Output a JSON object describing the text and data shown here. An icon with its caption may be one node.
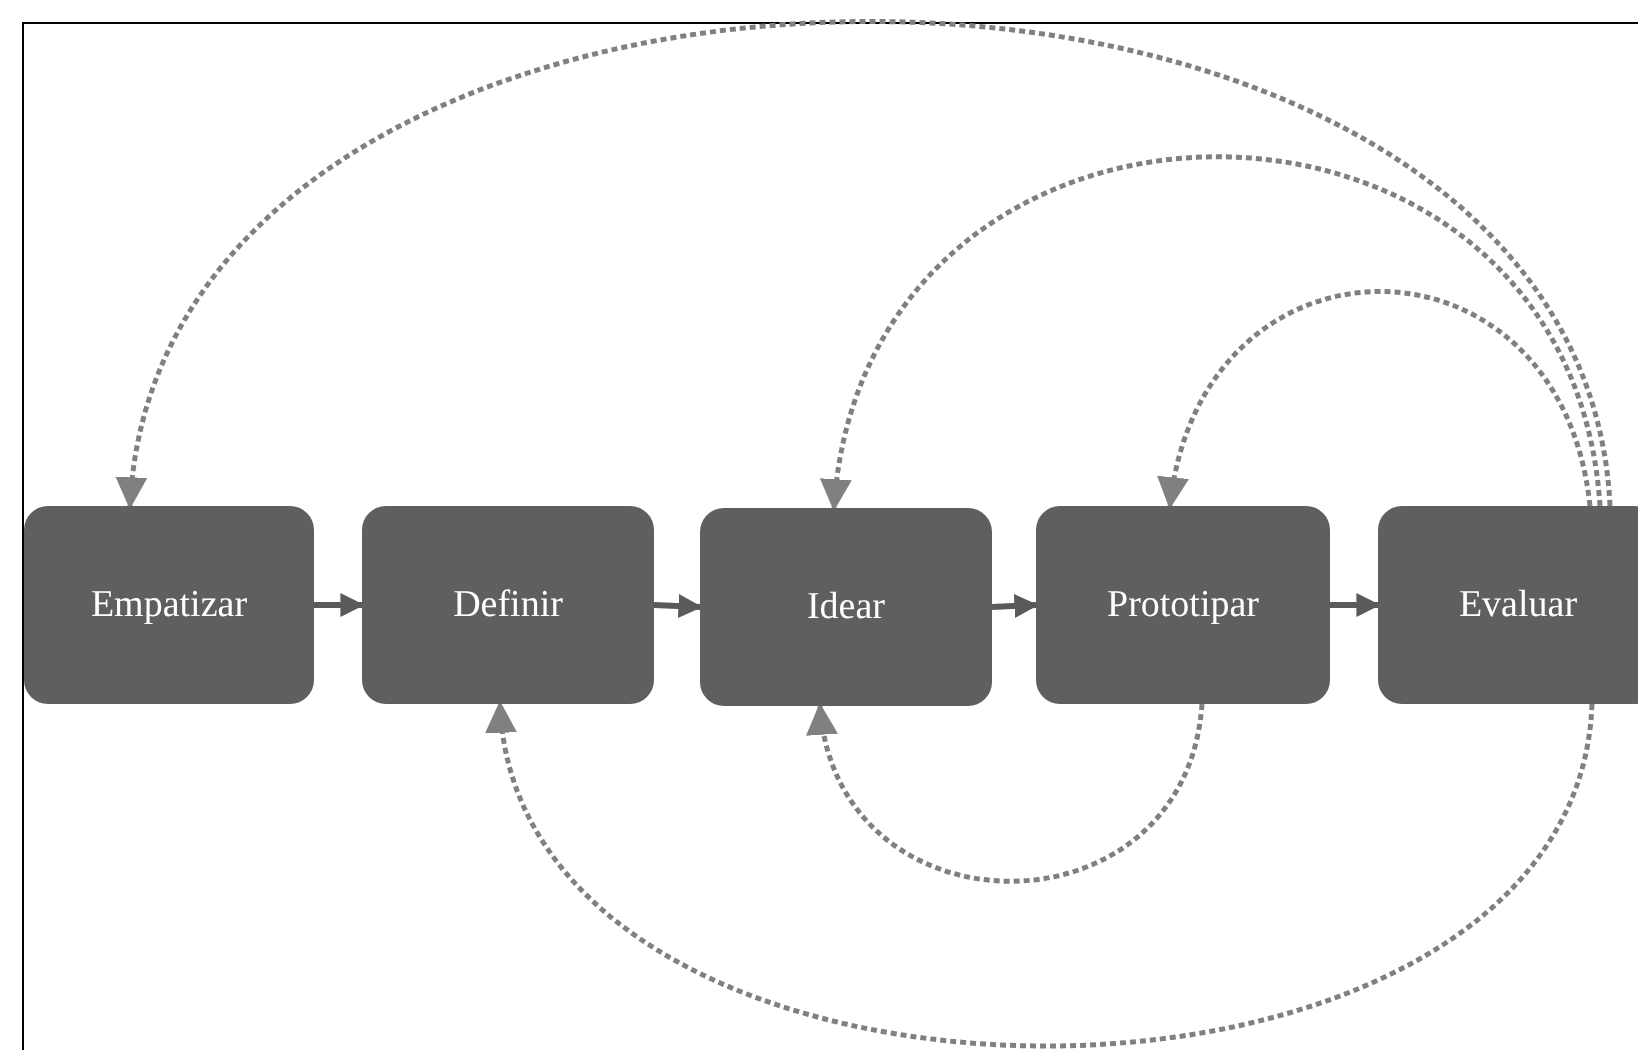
{
  "diagram": {
    "nodes": [
      {
        "text": [
          "Empatizar"
        ]
      },
      {
        "text": [
          "Definir"
        ]
      },
      {
        "text": [
          "Idear"
        ]
      },
      {
        "text": [
          "Prototipar"
        ]
      },
      {
        "text": [
          "Evaluar"
        ]
      }
    ],
    "edges": [
      {
        "from": 0,
        "to": 1,
        "arrow": "to"
      },
      {
        "from": 1,
        "to": 2,
        "arrow": "to"
      },
      {
        "from": 2,
        "to": 3,
        "arrow": "to"
      },
      {
        "from": 3,
        "to": 4,
        "arrow": "to"
      },
      {
        "from": 4,
        "to": 0,
        "arrow": "to",
        "style": "dashed",
        "color": "#808080"
      },
      {
        "from": 4,
        "to": 2,
        "arrow": "to",
        "style": "dashed",
        "color": "#808080"
      },
      {
        "from": 4,
        "to": 3,
        "arrow": "to",
        "style": "dashed",
        "color": "#808080"
      },
      {
        "from": 3,
        "to": 2,
        "arrow": "to",
        "style": "dashed",
        "color": "#808080"
      },
      {
        "from": 4,
        "to": 1,
        "arrow": "to",
        "style": "dashed",
        "color": "#808080"
      }
    ]
  }
}
